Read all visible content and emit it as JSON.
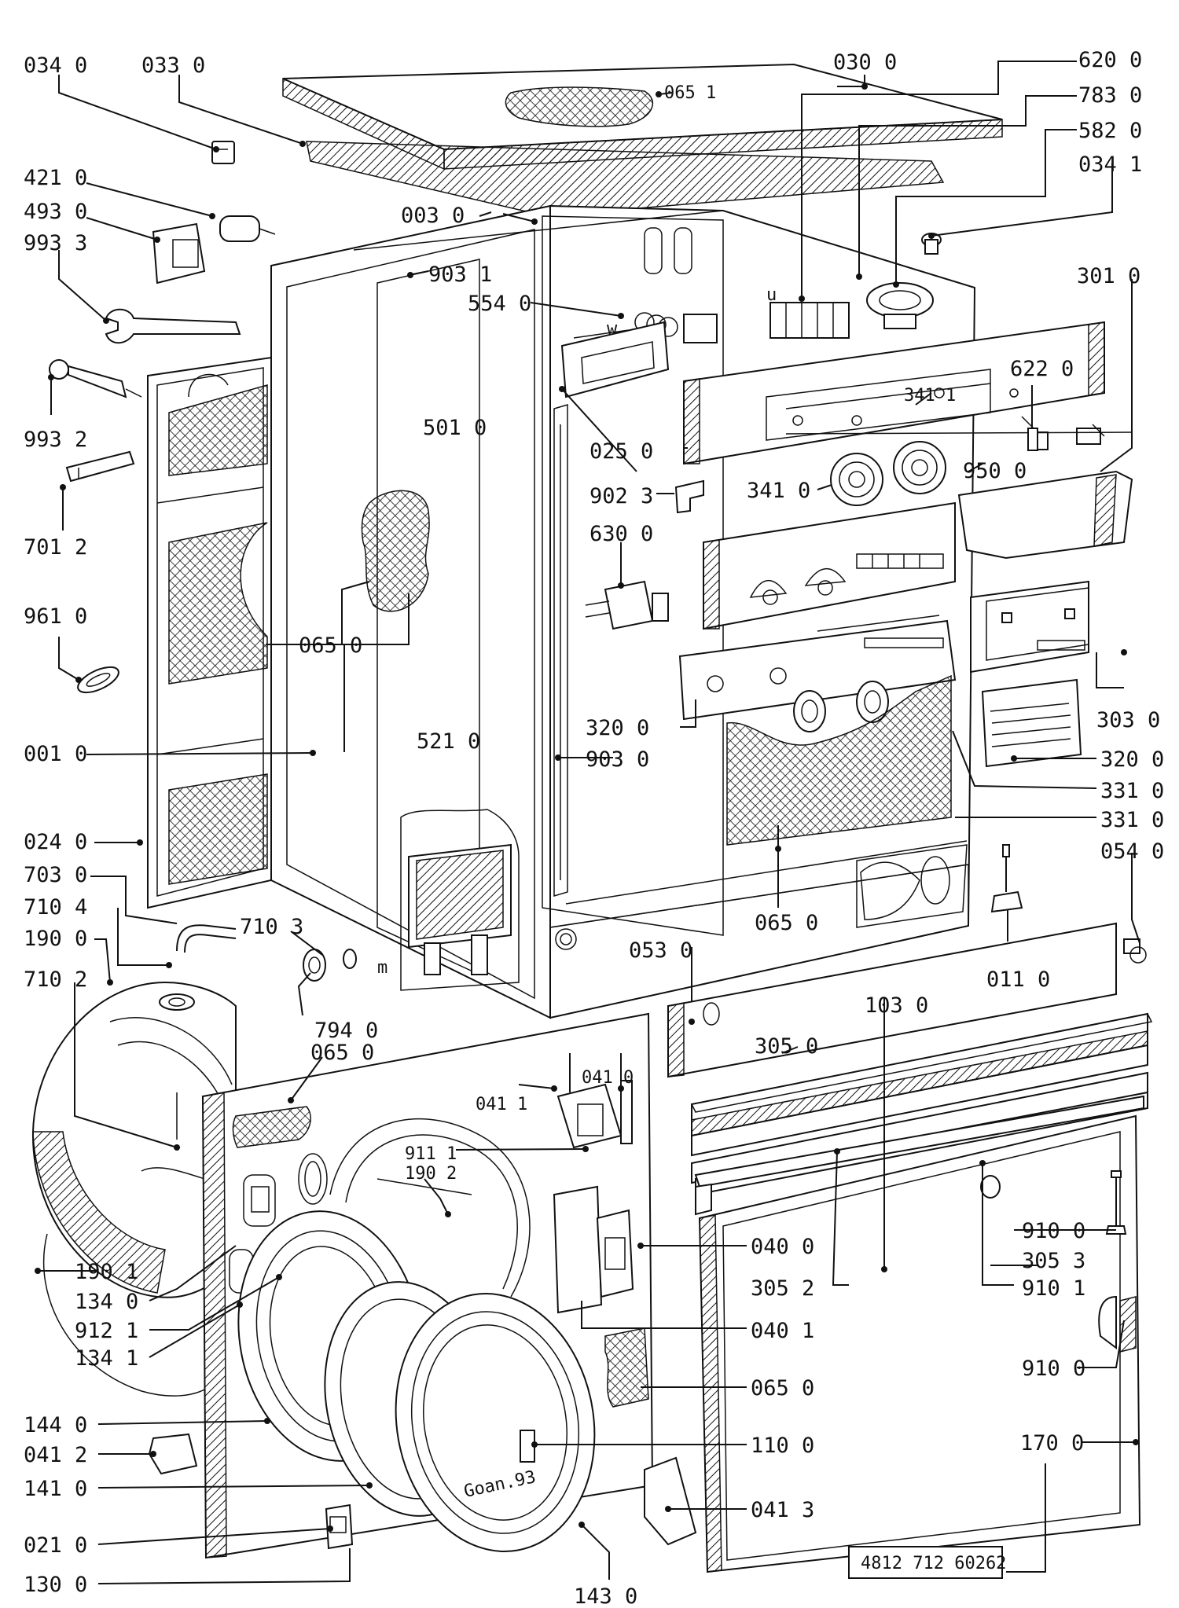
{
  "document_number": "4812 712 60262",
  "drawing_annotations": {
    "date_mark": "Goan.93",
    "mark_m": "m",
    "mark_u": "u",
    "mark_w": "w"
  },
  "labels": {
    "p034_0": "034 0",
    "p033_0": "033 0",
    "p030_0": "030 0",
    "p065_1": "065 1",
    "p620_0": "620 0",
    "p783_0": "783 0",
    "p582_0": "582 0",
    "p034_1": "034 1",
    "p421_0": "421 0",
    "p493_0": "493 0",
    "p993_3": "993 3",
    "p003_0": "003 0",
    "p903_1": "903 1",
    "p554_0": "554 0",
    "p301_0": "301 0",
    "p993_2": "993 2",
    "p501_0": "501 0",
    "p622_0": "622 0",
    "p341_1": "341 1",
    "p025_0": "025 0",
    "p950_0": "950 0",
    "p341_0": "341 0",
    "p902_3": "902 3",
    "p701_2": "701 2",
    "p630_0": "630 0",
    "p961_0": "961 0",
    "p065_0a": "065 0",
    "p303_0": "303 0",
    "p001_0": "001 0",
    "p521_0": "521 0",
    "p320_0a": "320 0",
    "p903_0": "903 0",
    "p320_0b": "320 0",
    "p331_0a": "331 0",
    "p331_0b": "331 0",
    "p024_0": "024 0",
    "p054_0": "054 0",
    "p703_0": "703 0",
    "p065_0b": "065 0",
    "p710_4": "710 4",
    "p710_3": "710 3",
    "p053_0": "053 0",
    "p011_0": "011 0",
    "p190_0": "190 0",
    "p710_2": "710 2",
    "p794_0": "794 0",
    "p103_0": "103 0",
    "p065_0c": "065 0",
    "p041_0": "041 0",
    "p305_0": "305 0",
    "p041_1": "041 1",
    "p911_1": "911 1",
    "p190_2": "190 2",
    "p040_0": "040 0",
    "p910_0a": "910 0",
    "p305_3": "305 3",
    "p910_1": "910 1",
    "p190_1": "190 1",
    "p134_0": "134 0",
    "p305_2": "305 2",
    "p912_1": "912 1",
    "p040_1": "040 1",
    "p134_1": "134 1",
    "p910_0b": "910 0",
    "p065_0d": "065 0",
    "p144_0": "144 0",
    "p041_2": "041 2",
    "p110_0": "110 0",
    "p170_0": "170 0",
    "p141_0": "141 0",
    "p041_3": "041 3",
    "p021_0": "021 0",
    "p130_0": "130 0",
    "p143_0": "143 0"
  }
}
